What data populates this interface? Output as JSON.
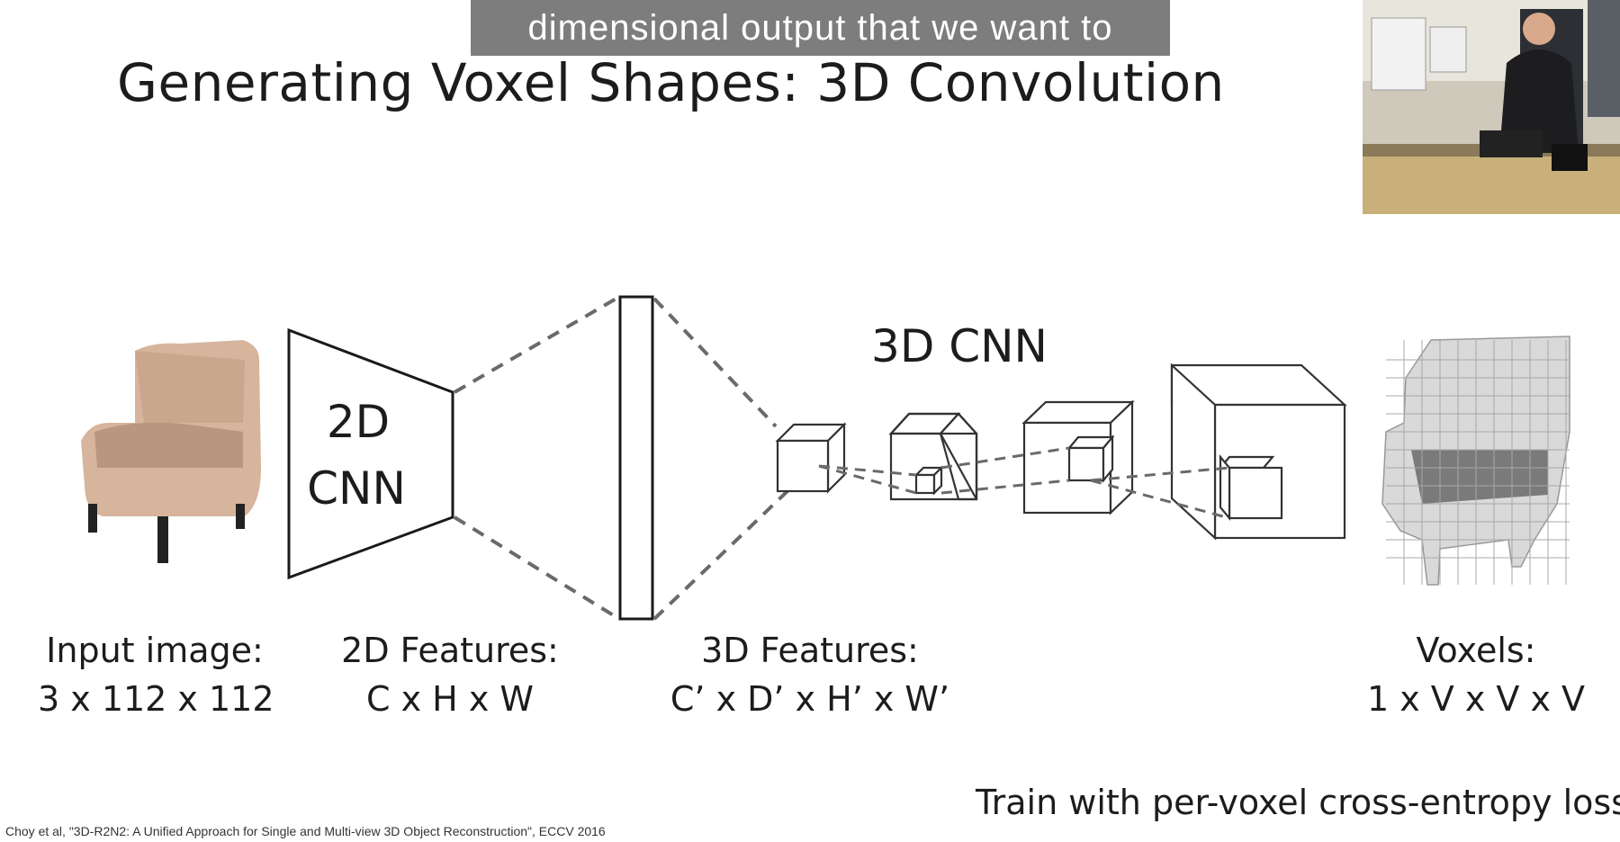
{
  "slide": {
    "title": "Generating Voxel Shapes: 3D Convolution",
    "caption": "dimensional output that we want to",
    "cnn2d_label_line1": "2D",
    "cnn2d_label_line2": "CNN",
    "cnn3d_label": "3D CNN",
    "labels": {
      "input_line1": "Input image:",
      "input_line2": "3 x 112 x 112",
      "features2d_line1": "2D Features:",
      "features2d_line2": "C x H x W",
      "features3d_line1": "3D Features:",
      "features3d_line2": "C’ x D’ x H’ x W’",
      "voxels_line1": "Voxels:",
      "voxels_line2": "1 x V x V x V"
    },
    "loss_text": "Train with per-voxel cross-entropy loss",
    "citation": "Choy et al, \"3D-R2N2: A Unified Approach for Single and Multi-view 3D Object Reconstruction\", ECCV 2016"
  },
  "colors": {
    "background": "#ffffff",
    "text": "#1c1c1c",
    "caption_bg": "#7d7d7d",
    "dashed": "#6a6a6a",
    "chair": "#d9bba4",
    "voxel": "#d7d7d7"
  }
}
